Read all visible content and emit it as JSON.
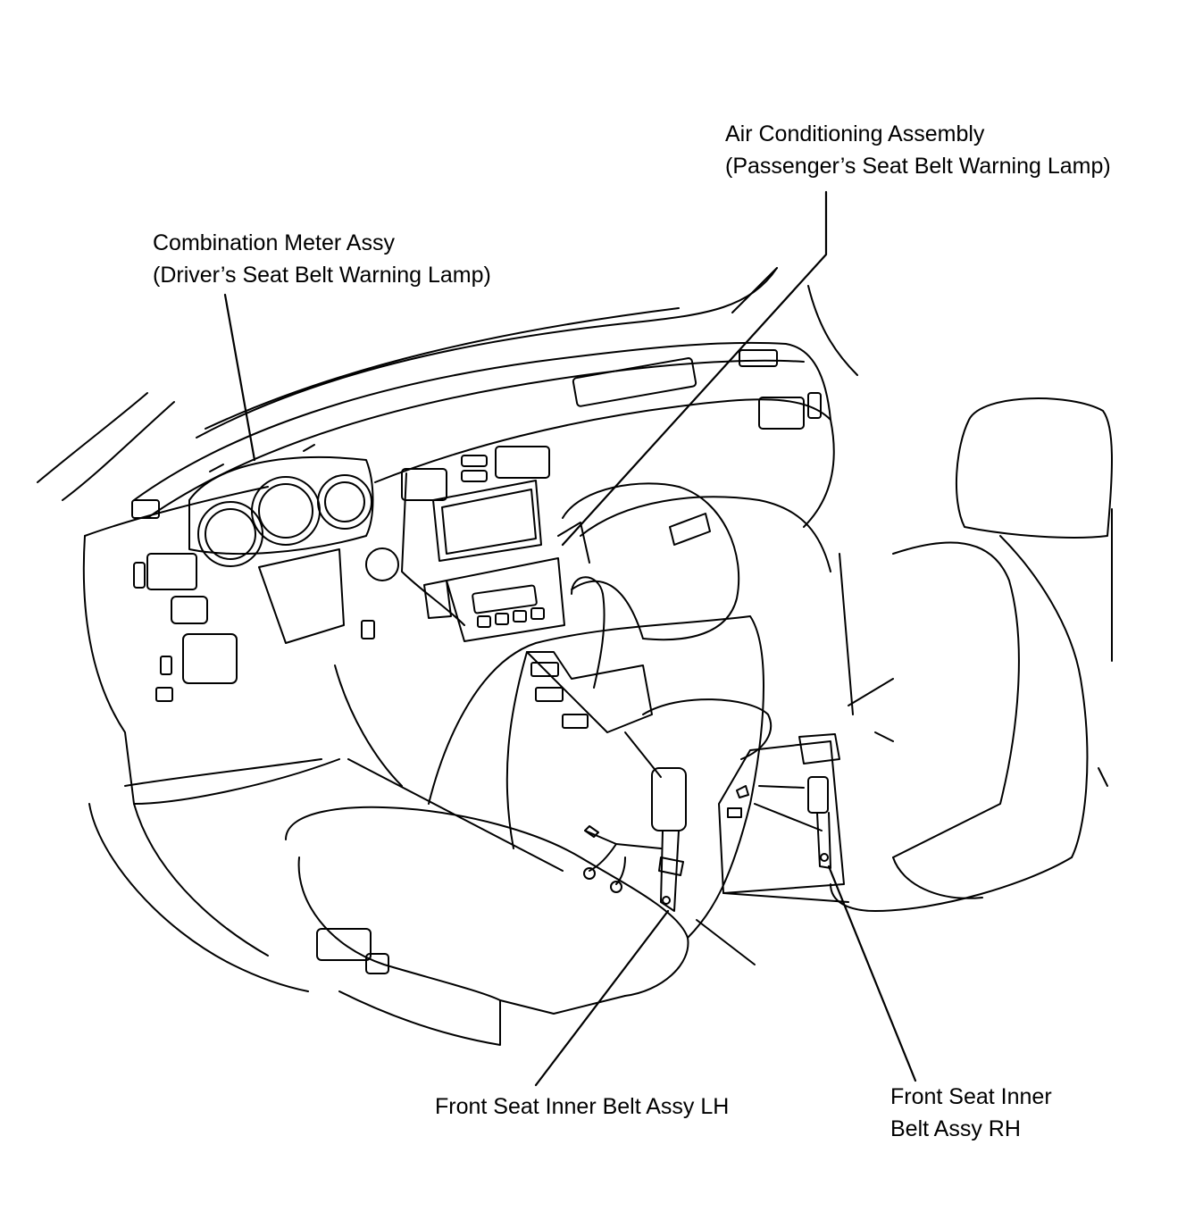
{
  "labels": {
    "combination_meter": {
      "line1": "Combination Meter Assy",
      "line2": "(Driver’s Seat Belt Warning Lamp)"
    },
    "air_conditioning": {
      "line1": "Air Conditioning Assembly",
      "line2": "(Passenger’s Seat Belt Warning Lamp)"
    },
    "inner_belt_lh": {
      "line1": "Front Seat Inner Belt Assy LH"
    },
    "inner_belt_rh": {
      "line1": "Front Seat Inner",
      "line2": "Belt Assy RH"
    }
  },
  "colors": {
    "line": "#000000",
    "background": "#ffffff"
  }
}
